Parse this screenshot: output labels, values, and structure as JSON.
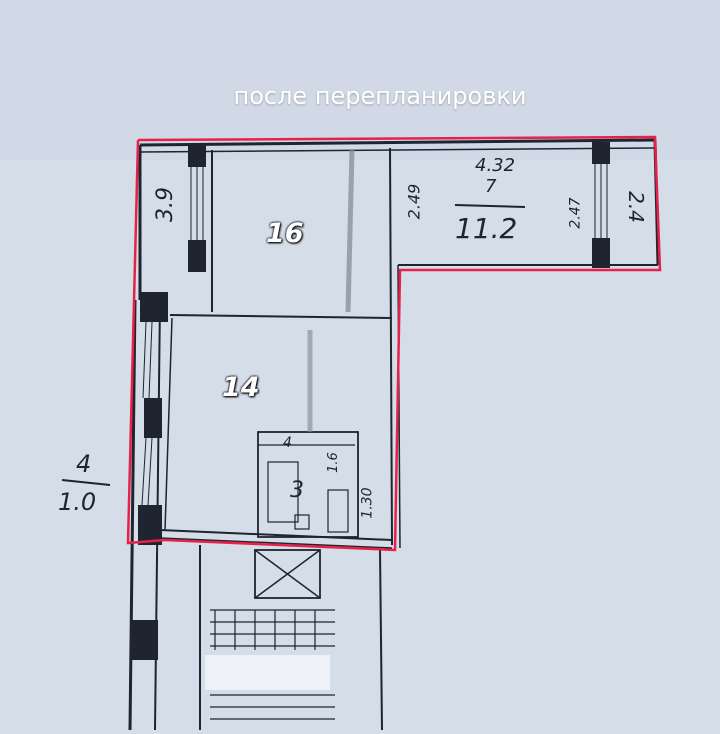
{
  "caption": "после перепланировки",
  "rooms": [
    {
      "id": "room-16",
      "label": "16"
    },
    {
      "id": "room-14",
      "label": "14"
    }
  ],
  "annotations": {
    "room_left_width": "3.9",
    "room_right_height": "2.49",
    "balcony_fraction_top": "4.32",
    "balcony_fraction_mid": "7",
    "balcony_fraction_bottom": "11.2",
    "balcony_window": "2.47",
    "balcony_side": "2.4",
    "bath_fraction_top": "4",
    "bath_fraction_mid": "1.6",
    "bath_number": "3",
    "bath_side": "1.30",
    "left_fraction_top": "4",
    "left_fraction_bottom": "1.0"
  },
  "colors": {
    "background": "#d4dde8",
    "walls": "#1e2430",
    "outline": "#e8214a"
  }
}
